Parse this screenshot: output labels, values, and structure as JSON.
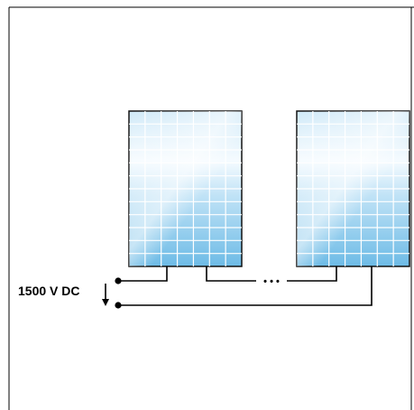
{
  "diagram": {
    "voltage_label": "1500 V DC",
    "ellipsis": "• • •",
    "panels": [
      {
        "name": "solar-panel-1",
        "rows": 12,
        "cols": 7
      },
      {
        "name": "solar-panel-2",
        "rows": 12,
        "cols": 7
      }
    ],
    "colors": {
      "panel_top": "#d4ecf9",
      "panel_mid": "#f4fbff",
      "panel_bottom": "#7cc3ea",
      "panel_grid": "#ffffff",
      "panel_border": "#111111",
      "wire": "#000000"
    }
  }
}
